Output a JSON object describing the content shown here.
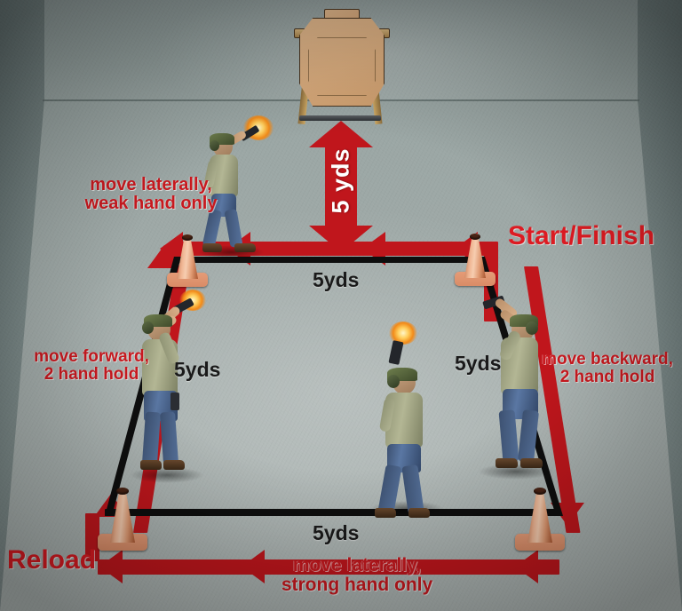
{
  "scene": {
    "title": "Box Drill diagram",
    "surface": "indoor shooting range floor"
  },
  "target": {
    "name": "cardboard silhouette target",
    "stand": "wooden target stand"
  },
  "distance_labels": {
    "target_to_box": "5 yds",
    "box_top": "5yds",
    "box_left": "5yds",
    "box_right": "5yds",
    "box_bottom": "5yds"
  },
  "markers": {
    "start_finish": "Start/Finish",
    "reload": "Reload"
  },
  "instructions": {
    "top": "move laterally,\nweak  hand only",
    "left": "move forward,\n2 hand hold",
    "right": "move backward,\n2 hand hold",
    "bottom": "move laterally,\nstrong hand only"
  },
  "instruction_lines": {
    "top_l1": "move laterally,",
    "top_l2": "weak  hand only",
    "left_l1": "move forward,",
    "left_l2": "2 hand hold",
    "right_l1": "move backward,",
    "right_l2": "2 hand hold",
    "bottom_l1": "move laterally,",
    "bottom_l2": "strong hand only"
  },
  "shooters": [
    {
      "id": "top",
      "label": "shooter moving laterally weak hand only"
    },
    {
      "id": "left",
      "label": "shooter moving forward two hand hold"
    },
    {
      "id": "right",
      "label": "shooter moving backward two hand hold"
    },
    {
      "id": "bottom",
      "label": "shooter moving laterally strong hand only"
    }
  ],
  "cones": [
    {
      "id": "top-left",
      "label": "corner cone"
    },
    {
      "id": "top-right",
      "label": "start finish cone"
    },
    {
      "id": "bottom-left",
      "label": "reload cone"
    },
    {
      "id": "bottom-right",
      "label": "corner cone"
    }
  ],
  "colors": {
    "path_red": "#c0161c",
    "label_red": "#c8191f",
    "bright_red": "#dd1b22",
    "box_black": "#0e0e0e",
    "cone_orange": "#e09a72",
    "floor_gray": "#a7b0ae",
    "target_tan": "#dcae7f"
  }
}
